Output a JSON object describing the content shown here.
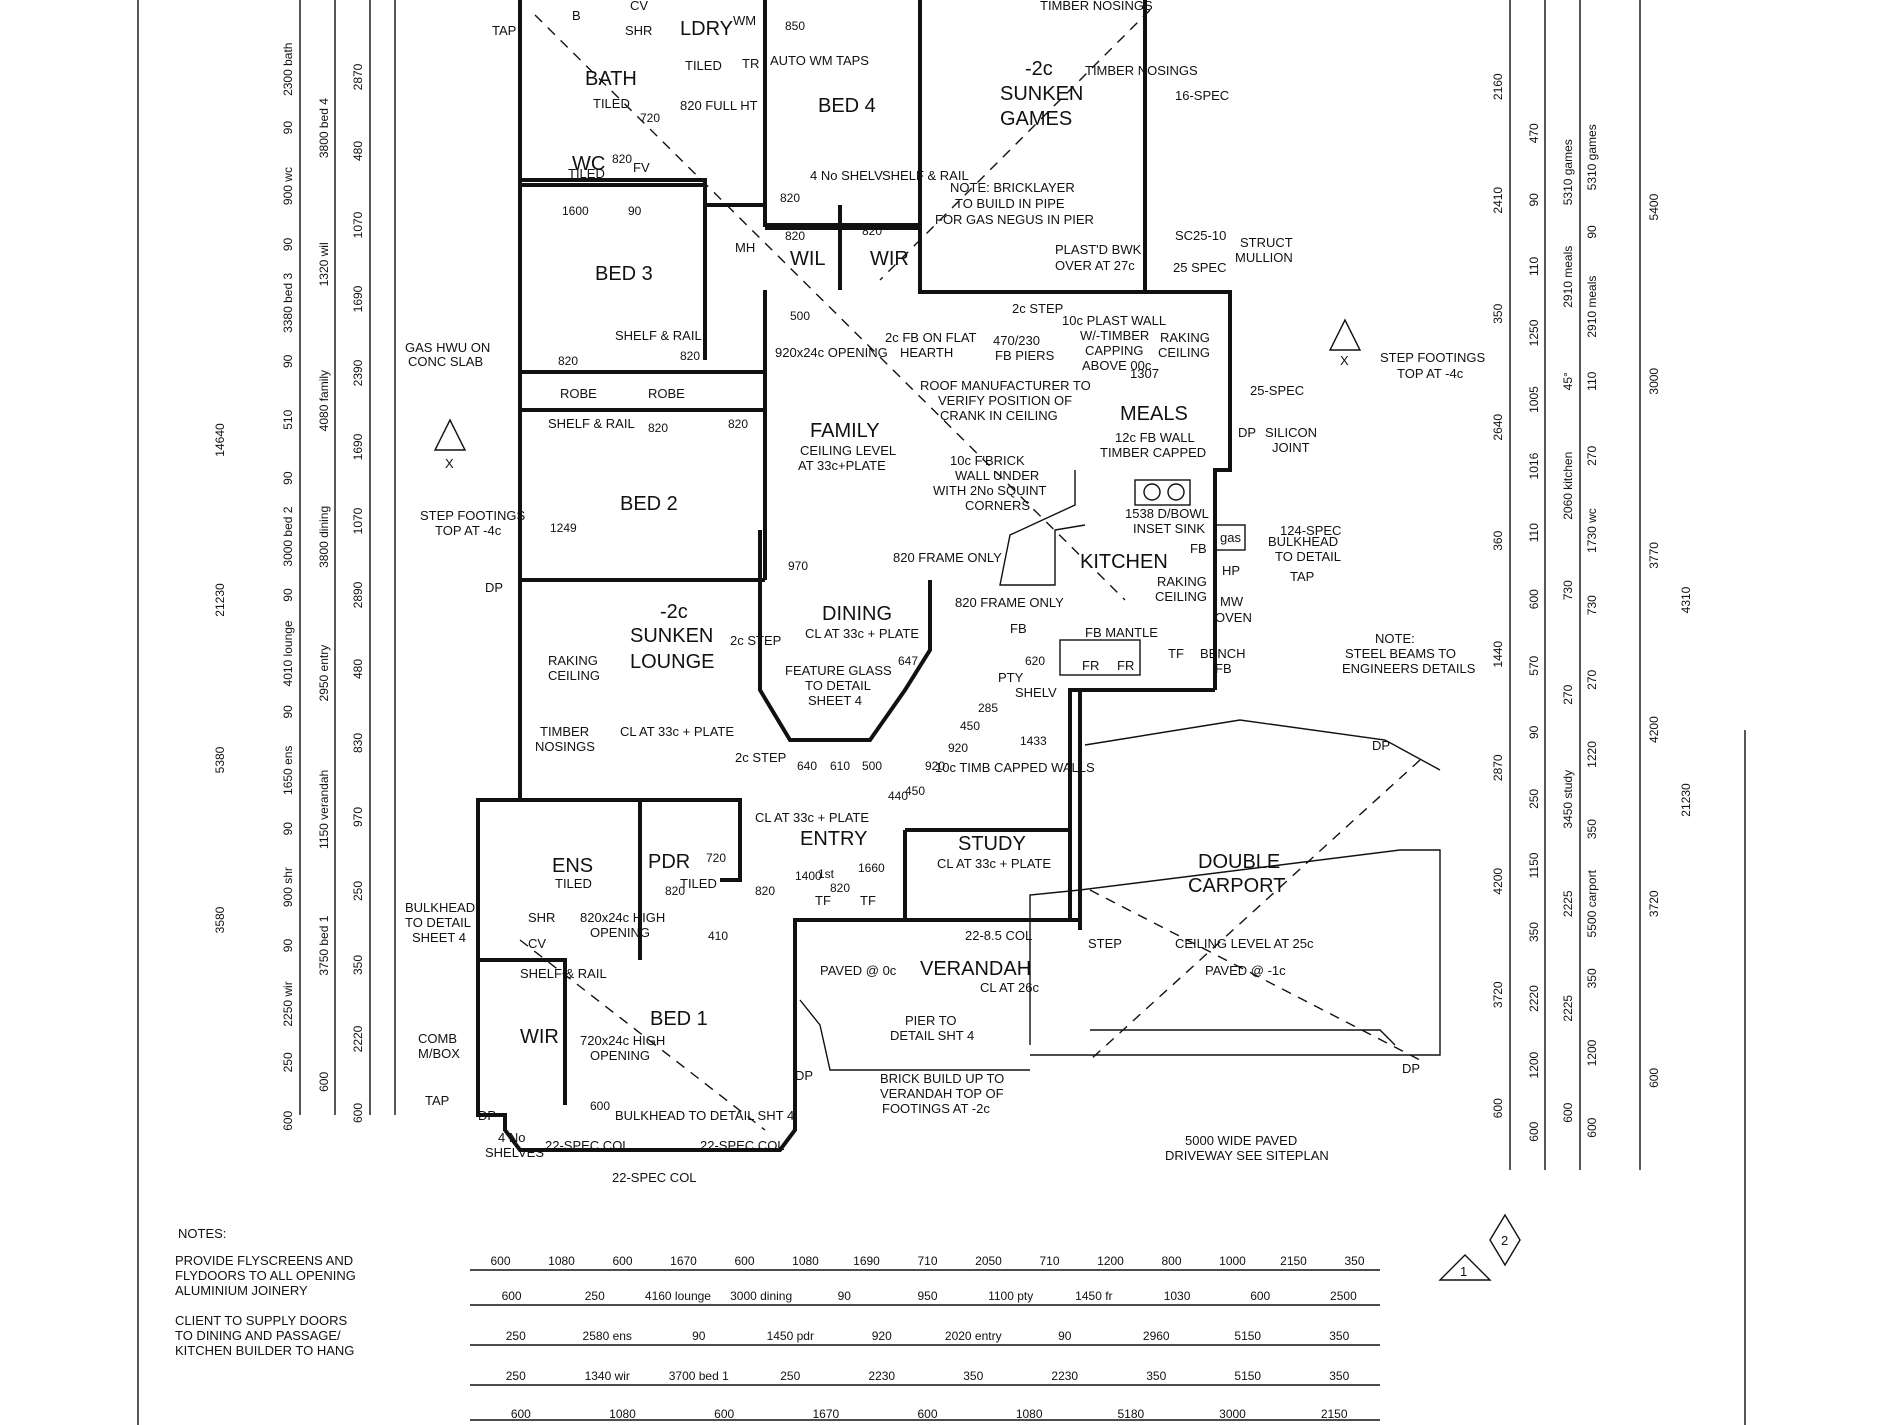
{
  "rooms": {
    "bath": "BATH",
    "ldry": "LDRY",
    "bed4": "BED 4",
    "sunken_games_level": "-2c",
    "sunken_games_1": "SUNKEN",
    "sunken_games_2": "GAMES",
    "wc": "WC",
    "bed3": "BED 3",
    "wil": "WIL",
    "wir_top": "WIR",
    "family": "FAMILY",
    "meals": "MEALS",
    "bed2": "BED 2",
    "kitchen": "KITCHEN",
    "lounge_level": "-2c",
    "lounge_1": "SUNKEN",
    "lounge_2": "LOUNGE",
    "dining": "DINING",
    "pty": "PTY",
    "ens": "ENS",
    "pdr": "PDR",
    "entry": "ENTRY",
    "study": "STUDY",
    "double_carport_1": "DOUBLE",
    "double_carport_2": "CARPORT",
    "verandah": "VERANDAH",
    "bed1": "BED 1",
    "wir_bed1": "WIR"
  },
  "labels": {
    "timber_nosings_1": "TIMBER NOSINGS",
    "timber_nosings_2": "TIMBER NOSINGS",
    "tiled_ldry": "TILED",
    "auto_wm": "AUTO WM TAPS",
    "full_ht": "820 FULL HT",
    "bath_tiled": "TILED",
    "wc_tiled": "TILED",
    "shelf_rail_wir": "SHELF & RAIL",
    "shelv": "4 No SHELV",
    "bricklayer_note_1": "NOTE: BRICKLAYER",
    "bricklayer_note_2": "TO BUILD IN PIPE",
    "bricklayer_note_3": "FOR GAS NEGUS IN PIER",
    "plastd_1": "PLAST'D BWK",
    "plastd_2": "OVER AT 27c",
    "struct_mullion_1": "STRUCT",
    "struct_mullion_2": "MULLION",
    "spec_25": "25 SPEC",
    "shelf_rail_bed3": "SHELF & RAIL",
    "robe_1": "ROBE",
    "robe_2": "ROBE",
    "gas_hwu_1": "GAS HWU ON",
    "gas_hwu_2": "CONC SLAB",
    "step_2c": "2c STEP",
    "fb_on_flat_1": "2c FB ON FLAT",
    "fb_on_flat_2": "HEARTH",
    "fb_piers_1": "470/230",
    "fb_piers_2": "FB PIERS",
    "plast_wall_1": "10c PLAST WALL",
    "plast_wall_2": "W/-TIMBER",
    "plast_wall_3": "CAPPING",
    "plast_wall_4": "ABOVE 00c",
    "raking_ceiling_1": "RAKING",
    "raking_ceiling_2": "CEILING",
    "raking_ceiling_3": "1307",
    "opening_920": "920x24c OPENING",
    "step_footings_right_1": "STEP FOOTINGS",
    "step_footings_right_2": "TOP AT -4c",
    "roof_mfr_1": "ROOF MANUFACTURER TO",
    "roof_mfr_2": "VERIFY POSITION OF",
    "roof_mfr_3": "CRANK IN CEILING",
    "shelf_rail_bed2": "SHELF & RAIL",
    "family_ceiling_1": "CEILING LEVEL",
    "family_ceiling_2": "AT 33c+PLATE",
    "fb_wall_1": "12c FB WALL",
    "fb_wall_2": "TIMBER CAPPED",
    "silicon_1": "SILICON",
    "silicon_2": "JOINT",
    "fbrick_1": "10c F'BRICK",
    "fbrick_2": "WALL UNDER",
    "fbrick_3": "WITH 2No SQUINT",
    "fbrick_4": "CORNERS",
    "sink_1": "1538 D/BOWL",
    "sink_2": "INSET SINK",
    "bulkhead_r_1": "BULKHEAD",
    "bulkhead_r_2": "TO DETAIL",
    "tap_r": "TAP",
    "step_footings_left_1": "STEP FOOTINGS",
    "step_footings_left_2": "TOP AT -4c",
    "frame_only_1": "820 FRAME ONLY",
    "frame_only_2": "820 FRAME ONLY",
    "kitchen_raking_1": "RAKING",
    "kitchen_raking_2": "CEILING",
    "lounge_raking_1": "RAKING",
    "lounge_raking_2": "CEILING",
    "lounge_timber_1": "TIMBER",
    "lounge_timber_2": "NOSINGS",
    "lounge_cl": "CL AT 33c + PLATE",
    "step_2c_a": "2c STEP",
    "step_2c_b": "2c STEP",
    "dining_cl": "CL AT 33c + PLATE",
    "feature_glass_1": "FEATURE GLASS",
    "feature_glass_2": "TO DETAIL",
    "feature_glass_3": "SHEET 4",
    "fb_mantle": "FB MANTLE",
    "note_steel_1": "NOTE:",
    "note_steel_2": "STEEL BEAMS TO",
    "note_steel_3": "ENGINEERS DETAILS",
    "capped_walls": "10c TIMB CAPPED WALLS",
    "entry_cl": "CL AT 33c + PLATE",
    "ens_tiled": "TILED",
    "pdr_tiled": "TILED",
    "study_cl": "CL AT 33c + PLATE",
    "ceiling_carport": "CEILING LEVEL AT 25c",
    "paved_carport": "PAVED @ -1c",
    "bulkhead_l_1": "BULKHEAD",
    "bulkhead_l_2": "TO DETAIL",
    "bulkhead_l_3": "SHEET 4",
    "high_opening_1": "820x24c HIGH",
    "high_opening_2": "OPENING",
    "paved_verandah": "PAVED @ 0c",
    "verandah_cl": "CL AT 26c",
    "step_carport": "STEP",
    "col_verandah": "22-8.5 COL",
    "shelf_rail_wir1": "SHELF & RAIL",
    "high_opening_3": "720x24c HIGH",
    "high_opening_4": "OPENING",
    "pier_1": "PIER TO",
    "pier_2": "DETAIL SHT 4",
    "comb_mbox_1": "COMB",
    "comb_mbox_2": "M/BOX",
    "tap_l": "TAP",
    "brick_build_1": "BRICK BUILD UP TO",
    "brick_build_2": "VERANDAH TOP OF",
    "brick_build_3": "FOOTINGS AT -2c",
    "bulkhead_bottom": "BULKHEAD TO DETAIL SHT 4",
    "shelves_1": "4 No",
    "shelves_2": "SHELVES",
    "spec_col_1": "22-SPEC COL",
    "spec_col_2": "22-SPEC COL",
    "spec_col_3": "22-SPEC COL",
    "driveway_1": "5000 WIDE PAVED",
    "driveway_2": "DRIVEWAY SEE SITEPLAN",
    "notes_title": "NOTES:",
    "notes_1": "PROVIDE FLYSCREENS AND",
    "notes_2": "FLYDOORS TO ALL OPENING",
    "notes_3": "ALUMINIUM JOINERY",
    "notes_4": "CLIENT TO SUPPLY DOORS",
    "notes_5": "TO DINING AND PASSAGE/",
    "notes_6": "KITCHEN BUILDER TO HANG",
    "x_left": "X",
    "x_right": "X",
    "marker_1": "1",
    "marker_2": "2",
    "dp_1": "DP",
    "dp_2": "DP",
    "dp_3": "DP",
    "dp_4": "DP",
    "dp_5": "DP",
    "dp_6": "DP",
    "tap_top": "TAP",
    "spec_16": "16-SPEC",
    "spec_sc25": "SC25-10",
    "spec_25_r": "25-SPEC",
    "spec_124": "124-SPEC",
    "mh": "MH",
    "gas": "gas",
    "hp": "HP",
    "mw_oven_1": "MW",
    "mw_oven_2": "OVEN",
    "bench_fb_1": "BENCH",
    "bench_fb_2": "FB",
    "fr_1": "FR",
    "fr_2": "FR",
    "shelv_pty": "SHELV",
    "fb_k": "FB",
    "fb_k2": "FB",
    "tf_1": "TF",
    "tf_2": "TF",
    "tf_3": "TF",
    "shr_top": "SHR",
    "shr_ens": "SHR",
    "cv_ens": "CV",
    "b_bath": "B",
    "cv_1": "CV",
    "wm": "WM",
    "tr": "TR",
    "fv": "FV"
  },
  "dimensions": {
    "d_850": "850",
    "d_820_a": "820",
    "d_720_a": "720",
    "d_820_b": "820",
    "d_820_c": "820",
    "d_820_d": "820",
    "d_1600": "1600",
    "d_90_a": "90",
    "d_820_e": "820",
    "d_820_f": "820",
    "d_500": "500",
    "d_820_g": "820",
    "d_820_h": "820",
    "d_1249": "1249",
    "d_970": "970",
    "d_647": "647",
    "d_620": "620",
    "d_1433": "1433",
    "d_640": "640",
    "d_610": "610",
    "d_500b": "500",
    "d_720_b": "720",
    "d_1400": "1400",
    "d_1660": "1660",
    "d_820_i": "820",
    "d_820_j": "820",
    "d_820_k": "820",
    "d_410": "410",
    "d_1st": "1st",
    "d_600_b": "600",
    "d_450": "450",
    "d_920_a": "920",
    "d_920_b": "920",
    "d_450_b": "450",
    "d_285": "285",
    "d_440": "440"
  },
  "left_dims": {
    "c1": [
      "2300 bath",
      "90",
      "900 wc",
      "90",
      "3380 bed 3",
      "90",
      "510",
      "90",
      "3000 bed 2",
      "90",
      "4010 lounge",
      "90",
      "1650 ens",
      "90",
      "900 shr",
      "90",
      "2250 wir",
      "250",
      "600"
    ],
    "c2": [
      "3800 bed 4",
      "1320 wil",
      "4080 family",
      "3800 dining",
      "2950 entry",
      "1150 verandah",
      "3750 bed 1",
      "600"
    ],
    "c3": [
      "2870",
      "480",
      "1070",
      "1690",
      "2390",
      "1690",
      "1070",
      "2890",
      "480",
      "830",
      "970",
      "250",
      "350",
      "2220",
      "600"
    ],
    "c4": [
      "14640",
      "21230",
      "5380",
      "3580"
    ]
  },
  "right_dims": {
    "c1": [
      "2160",
      "2410",
      "350",
      "2640",
      "360",
      "1440",
      "2870",
      "4200",
      "3720",
      "600"
    ],
    "c2": [
      "470",
      "90",
      "110",
      "1250",
      "1005",
      "1016",
      "110",
      "600",
      "570",
      "90",
      "250",
      "1150",
      "350",
      "2220",
      "1200",
      "600"
    ],
    "c3": [
      "5310 games",
      "2910 meals",
      "45°",
      "2060 kitchen",
      "730",
      "270",
      "3450 study",
      "2225",
      "2225",
      "600"
    ],
    "c4": [
      "5310 games",
      "90",
      "2910 meals",
      "110",
      "270",
      "1730 wc",
      "730",
      "270",
      "1220",
      "350",
      "5500 carport",
      "350",
      "1200",
      "600"
    ],
    "c5": [
      "5400",
      "3000",
      "3770",
      "4200",
      "3720",
      "600"
    ],
    "c6": [
      "4310",
      "21230"
    ]
  },
  "bottom_dims": {
    "r1": [
      "600",
      "1080",
      "600",
      "1670",
      "600",
      "1080",
      "1690",
      "710",
      "2050",
      "710",
      "1200",
      "800",
      "1000",
      "2150",
      "350"
    ],
    "r2": [
      "600",
      "250",
      "4160 lounge",
      "3000 dining",
      "90",
      "950",
      "1100 pty",
      "1450 fr",
      "1030",
      "600",
      "2500"
    ],
    "r3": [
      "250",
      "2580 ens",
      "90",
      "1450 pdr",
      "920",
      "2020 entry",
      "90",
      "2960",
      "5150",
      "350"
    ],
    "r4": [
      "250",
      "1340 wir",
      "3700 bed 1",
      "250",
      "2230",
      "350",
      "2230",
      "350",
      "5150",
      "350"
    ],
    "r5": [
      "600",
      "1080",
      "600",
      "1670",
      "600",
      "1080",
      "5180",
      "3000",
      "2150"
    ]
  }
}
